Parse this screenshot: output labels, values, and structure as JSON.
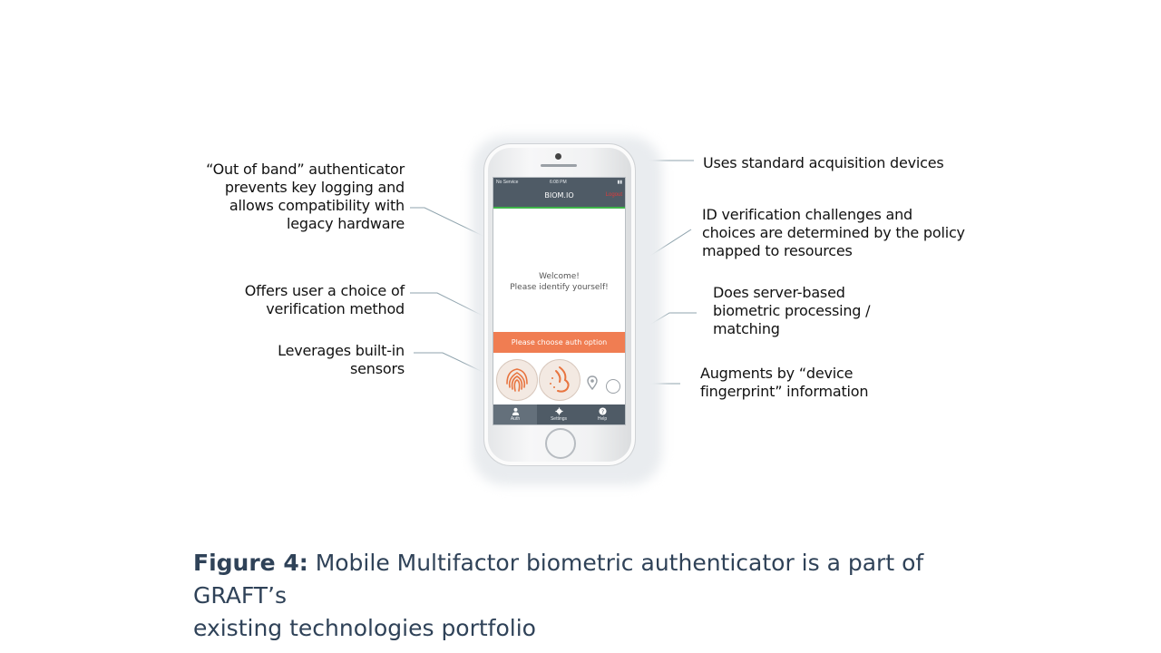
{
  "annotations": {
    "out_of_band": [
      "“Out of band” authenticator",
      "prevents key logging and",
      "allows compatibility with",
      "legacy hardware"
    ],
    "choice": [
      "Offers user a choice of",
      "verification method"
    ],
    "sensors": [
      "Leverages built-in",
      "sensors"
    ],
    "devices": [
      "Uses standard acquisition devices"
    ],
    "policy": [
      "ID verification challenges and",
      "choices are determined by the policy",
      "mapped to resources"
    ],
    "server": [
      "Does server-based",
      "biometric processing /",
      "matching"
    ],
    "fingerprint": [
      "Augments by “device",
      "fingerprint” information"
    ]
  },
  "phone": {
    "status_left": "No Service",
    "status_time": "6:08 PM",
    "app_title": "BIOM.IO",
    "app_right": "Logout",
    "welcome": [
      "Welcome!",
      "Please identify yourself!"
    ],
    "choose_label": "Please choose auth option",
    "tabs": [
      "Auth",
      "Settings",
      "Help"
    ]
  },
  "caption": {
    "label": "Figure 4:",
    "text": "Mobile Multifactor biometric authenticator is a part of GRAFT’s",
    "text2": "existing technologies portfolio"
  },
  "colors": {
    "accent_orange": "#f07d52",
    "app_bar": "#4f5b66",
    "leader_line": "#8fa3ad",
    "caption": "#2f4258"
  }
}
